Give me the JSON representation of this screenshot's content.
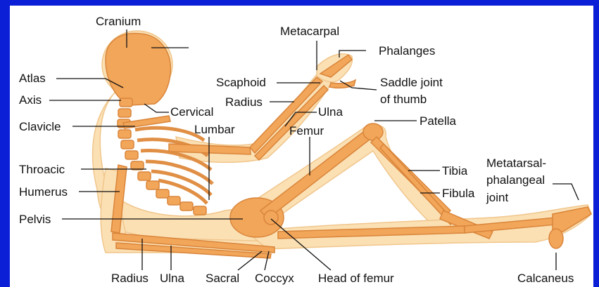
{
  "colors": {
    "frame": "#0a1fd6",
    "panel": "#ffffff",
    "body_skin": "#fbe0b4",
    "bone": "#f2a65a",
    "bone_dark": "#d9853a",
    "leader": "#111111"
  },
  "labels": {
    "cranium": "Cranium",
    "metacarpal": "Metacarpal",
    "phalanges": "Phalanges",
    "atlas": "Atlas",
    "axis": "Axis",
    "scaphoid": "Scaphoid",
    "saddle_joint_line1": "Saddle joint",
    "saddle_joint_line2": "of thumb",
    "radius_arm": "Radius",
    "cervical": "Cervical",
    "ulna_arm": "Ulna",
    "clavicle": "Clavicle",
    "lumbar": "Lumbar",
    "femur": "Femur",
    "patella": "Patella",
    "throacic": "Throacic",
    "tibia": "Tibia",
    "metatarsal_line1": "Metatarsal-",
    "metatarsal_line2": "phalangeal",
    "metatarsal_line3": "joint",
    "humerus": "Humerus",
    "fibula": "Fibula",
    "pelvis": "Pelvis",
    "radius_bottom": "Radius",
    "ulna_bottom": "Ulna",
    "sacral": "Sacral",
    "coccyx": "Coccyx",
    "head_of_femur": "Head of femur",
    "calcaneus": "Calcaneus"
  }
}
